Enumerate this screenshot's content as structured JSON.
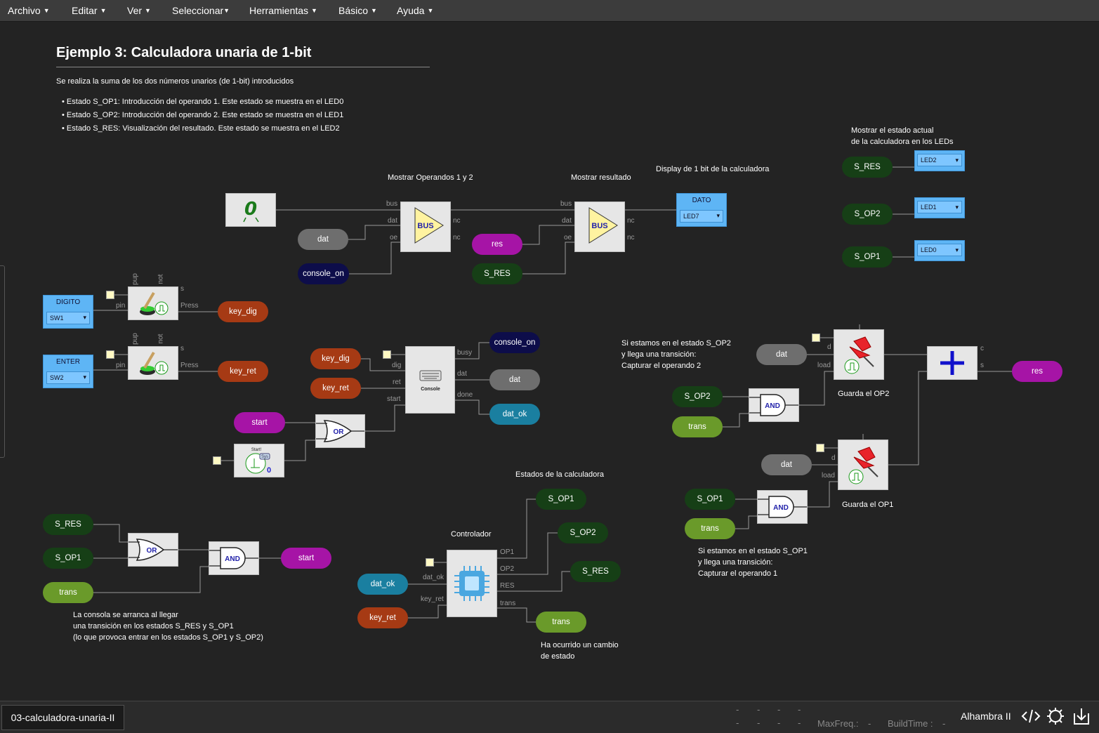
{
  "menu": [
    "Archivo",
    "Editar",
    "Ver",
    "Seleccionar",
    "Herramientas",
    "Básico",
    "Ayuda"
  ],
  "title": "Ejemplo 3: Calculadora unaria de 1-bit",
  "intro": "Se realiza la suma de los dos números unarios (de 1-bit) introducidos",
  "bullets": [
    "Estado S_OP1: Introducción del operando 1. Este estado se muestra en el LED0",
    "Estado S_OP2: Introducción del operando 2. Este estado se muestra en el LED1",
    "Estado S_RES: Visualización del resultado. Este estado se muestra en el LED2"
  ],
  "comments": {
    "leds_1": "Mostrar el estado actual",
    "leds_2": "de la calculadora en los LEDs",
    "mostrar_operandos": "Mostrar Operandos 1 y 2",
    "mostrar_resultado": "Mostrar resultado",
    "display": "Display de 1 bit de la calculadora",
    "estados": "Estados de la calculadora",
    "controlador": "Controlador",
    "guarda_op2": "Guarda el OP2",
    "guarda_op1": "Guarda el OP1",
    "op2_1": "Si estamos en el estado S_OP2",
    "op2_2": "y llega una transición:",
    "op2_3": "Capturar el operando 2",
    "op1_1": "Si estamos en el estado S_OP1",
    "op1_2": "y llega una transición:",
    "op1_3": "Capturar el operando 1",
    "consola_1": "La consola se arranca al llegar",
    "consola_2": "una transición en los estados S_RES y S_OP1",
    "consola_3": "(lo que provoca entrar en los estados S_OP1 y S_OP2)",
    "cambio_1": "Ha ocurrido un cambio",
    "cambio_2": "de estado"
  },
  "labels": {
    "s_res": "S_RES",
    "s_op1": "S_OP1",
    "s_op2": "S_OP2",
    "trans": "trans",
    "dat": "dat",
    "res": "res",
    "console_on": "console_on",
    "key_dig": "key_dig",
    "key_ret": "key_ret",
    "start": "start",
    "dat_ok": "dat_ok"
  },
  "gates": {
    "or": "OR",
    "and": "AND",
    "bus": "BUS",
    "console": "Console",
    "start_label": "Start!",
    "sys": "Sys",
    "zero": "0",
    "constant": "0"
  },
  "io": {
    "digito": "DIGITO",
    "sw1": "SW1",
    "enter": "ENTER",
    "sw2": "SW2",
    "dato": "DATO",
    "led7": "LED7",
    "led2": "LED2",
    "led1": "LED1",
    "led0": "LED0"
  },
  "ports": {
    "bus": "bus",
    "dat": "dat",
    "oe": "oe",
    "nc": "nc",
    "pin": "pin",
    "press": "Press",
    "s": "s",
    "pup": "pup",
    "not": "not",
    "busy": "busy",
    "done": "done",
    "dig": "dig",
    "ret": "ret",
    "start": "start",
    "op1": "OP1",
    "op2": "OP2",
    "res": "RES",
    "trans": "trans",
    "dat_ok": "dat_ok",
    "key_ret": "key_ret",
    "d": "d",
    "load": "load",
    "c": "c"
  },
  "status": {
    "file": "03-calculadora-unaria-II",
    "dashes": "-",
    "maxfreq": "MaxFreq.:",
    "maxfreq_val": "-",
    "buildtime": "BuildTime :",
    "buildtime_val": "-",
    "board": "Alhambra II"
  },
  "colors": {
    "background": "#232323",
    "state_green": "#163f16",
    "trans_lime": "#6a9a2a",
    "magenta": "#a614a6",
    "brown": "#a63a14",
    "gray": "#6e6e6e",
    "navy": "#0d0d4a",
    "teal": "#1a7fa0",
    "io_blue": "#5eb5f5",
    "wire": "#9a9a9a"
  }
}
